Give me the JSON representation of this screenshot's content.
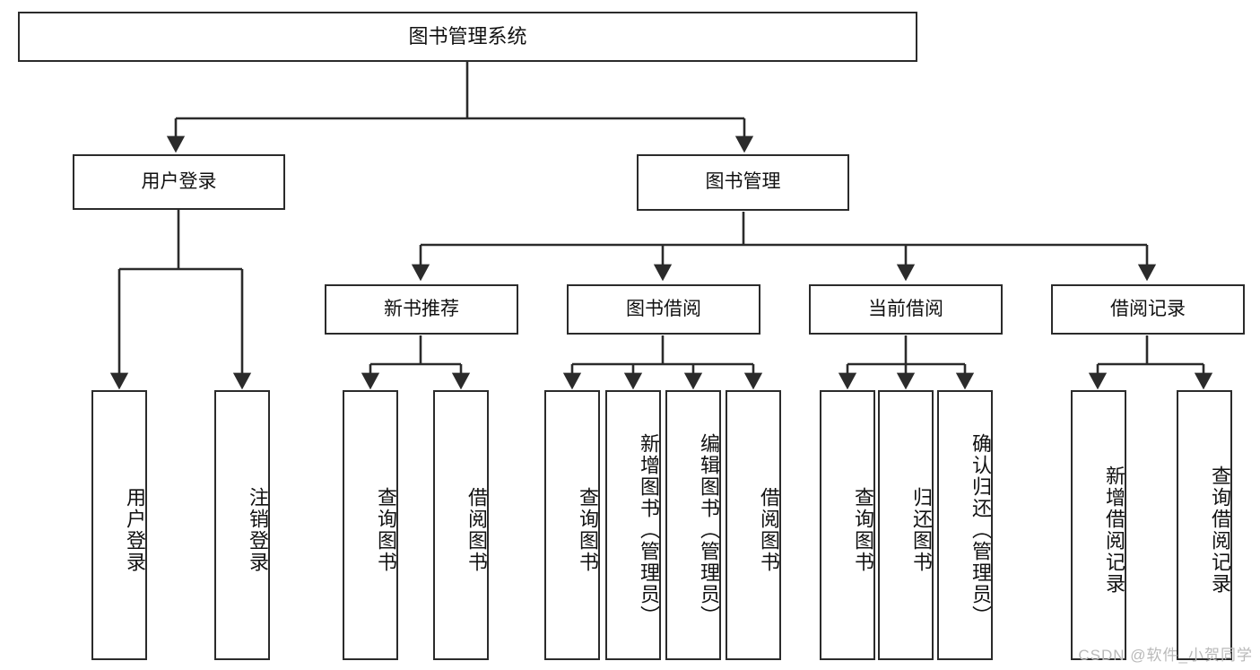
{
  "diagram": {
    "title": "图书管理系统",
    "type": "tree-hierarchy",
    "root": {
      "label": "图书管理系统"
    },
    "level1": [
      {
        "label": "用户登录"
      },
      {
        "label": "图书管理"
      }
    ],
    "level2": [
      {
        "label": "新书推荐"
      },
      {
        "label": "图书借阅"
      },
      {
        "label": "当前借阅"
      },
      {
        "label": "借阅记录"
      }
    ],
    "leaves": {
      "user_login": [
        {
          "label": "用户登录"
        },
        {
          "label": "注销登录"
        }
      ],
      "new_book_recommend": [
        {
          "label": "查询图书"
        },
        {
          "label": "借阅图书"
        }
      ],
      "book_borrow": [
        {
          "label": "查询图书"
        },
        {
          "label": "新增图书（管理员）"
        },
        {
          "label": "编辑图书（管理员）"
        },
        {
          "label": "借阅图书"
        }
      ],
      "current_borrow": [
        {
          "label": "查询图书"
        },
        {
          "label": "归还图书"
        },
        {
          "label": "确认归还（管理员）"
        }
      ],
      "borrow_record": [
        {
          "label": "新增借阅记录"
        },
        {
          "label": "查询借阅记录"
        }
      ]
    }
  },
  "watermark": {
    "text": "CSDN @软件_小贺同学"
  },
  "colors": {
    "border": "#2b2b2b",
    "background": "#ffffff",
    "text": "#111111",
    "watermark": "#b9b9b9"
  }
}
